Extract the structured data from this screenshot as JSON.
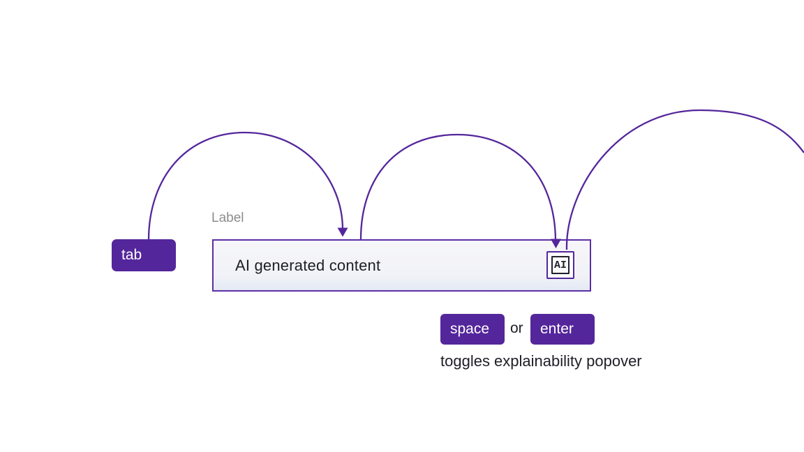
{
  "diagram": {
    "description": "toggles explainability popover",
    "or_label": "or"
  },
  "keys": {
    "tab": "tab",
    "space": "space",
    "enter": "enter"
  },
  "field": {
    "label": "Label",
    "value": "AI generated content",
    "badge": "AI"
  },
  "colors": {
    "accent_purple": "#54269b",
    "field_border": "#5c2ea6",
    "field_background_top": "#f7f7fa",
    "field_background_bottom": "#e3e9f4",
    "label_gray": "#8d8d8d",
    "text_dark": "#1e1e26",
    "key_text": "#ffffff"
  }
}
